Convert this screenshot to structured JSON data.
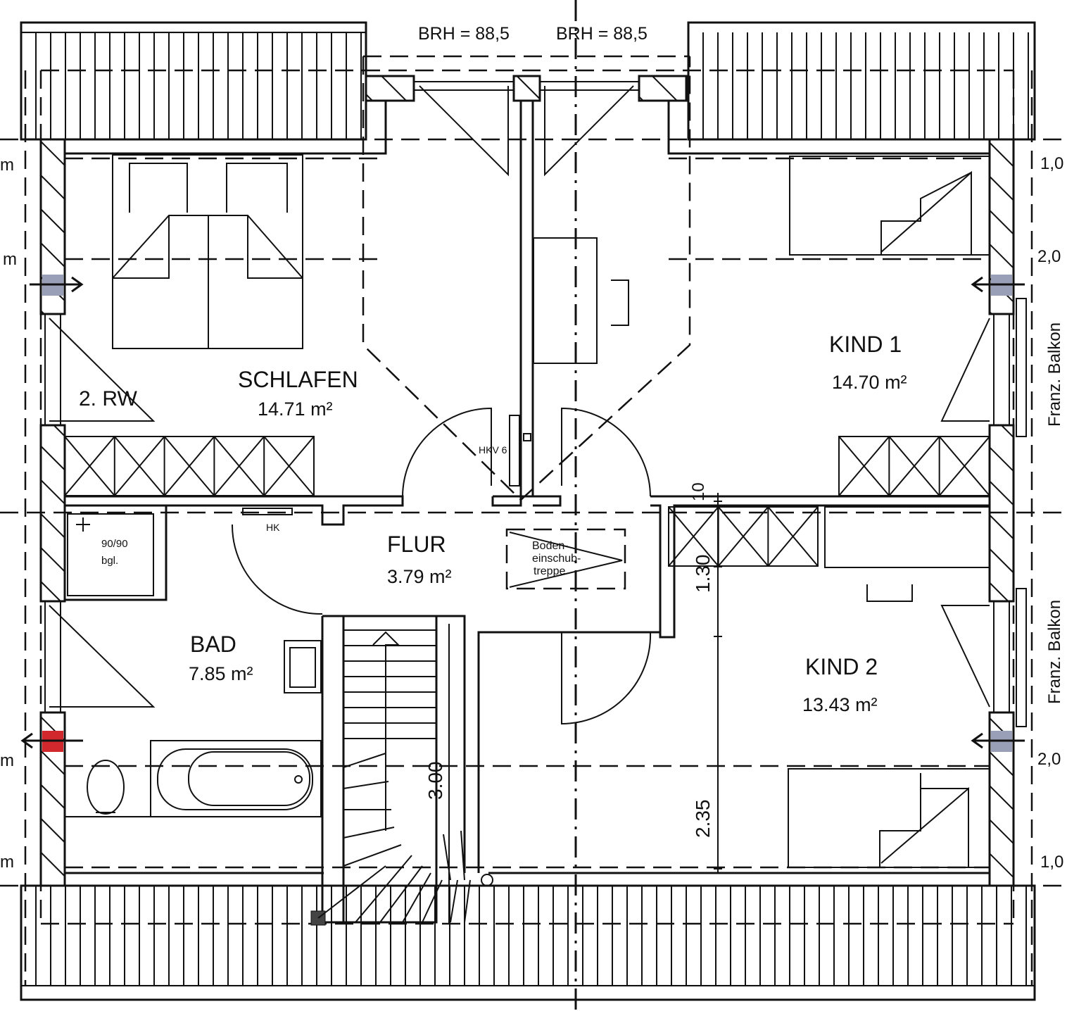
{
  "top_labels": {
    "brh_left": "BRH = 88,5",
    "brh_right": "BRH = 88,5"
  },
  "left_margin": [
    "m",
    "m",
    "m",
    "m"
  ],
  "right_margin": [
    "1,0",
    "2,0",
    "2,0",
    "1,0"
  ],
  "balcony_label": "Franz. Balkon",
  "rooms": {
    "schlafen": {
      "name": "SCHLAFEN",
      "area": "14.71 m²"
    },
    "kind1": {
      "name": "KIND 1",
      "area": "14.70 m²"
    },
    "flur": {
      "name": "FLUR",
      "area": "3.79 m²"
    },
    "bad": {
      "name": "BAD",
      "area": "7.85 m²"
    },
    "kind2": {
      "name": "KIND 2",
      "area": "13.43 m²"
    }
  },
  "annotations": {
    "rw": "2. RW",
    "hkv": "HKV 6",
    "hk": "HK",
    "shower_size": "90/90",
    "shower_note": "bgl.",
    "attic_stair": [
      "Boden-",
      "einschub-",
      "treppe"
    ]
  },
  "dimensions": {
    "d10": "10",
    "d130": "1.30",
    "d300": "3.00",
    "d235": "2.35"
  },
  "colors": {
    "vent": "#9a9fb8",
    "vent_red": "#d0282c",
    "line": "#111111"
  }
}
